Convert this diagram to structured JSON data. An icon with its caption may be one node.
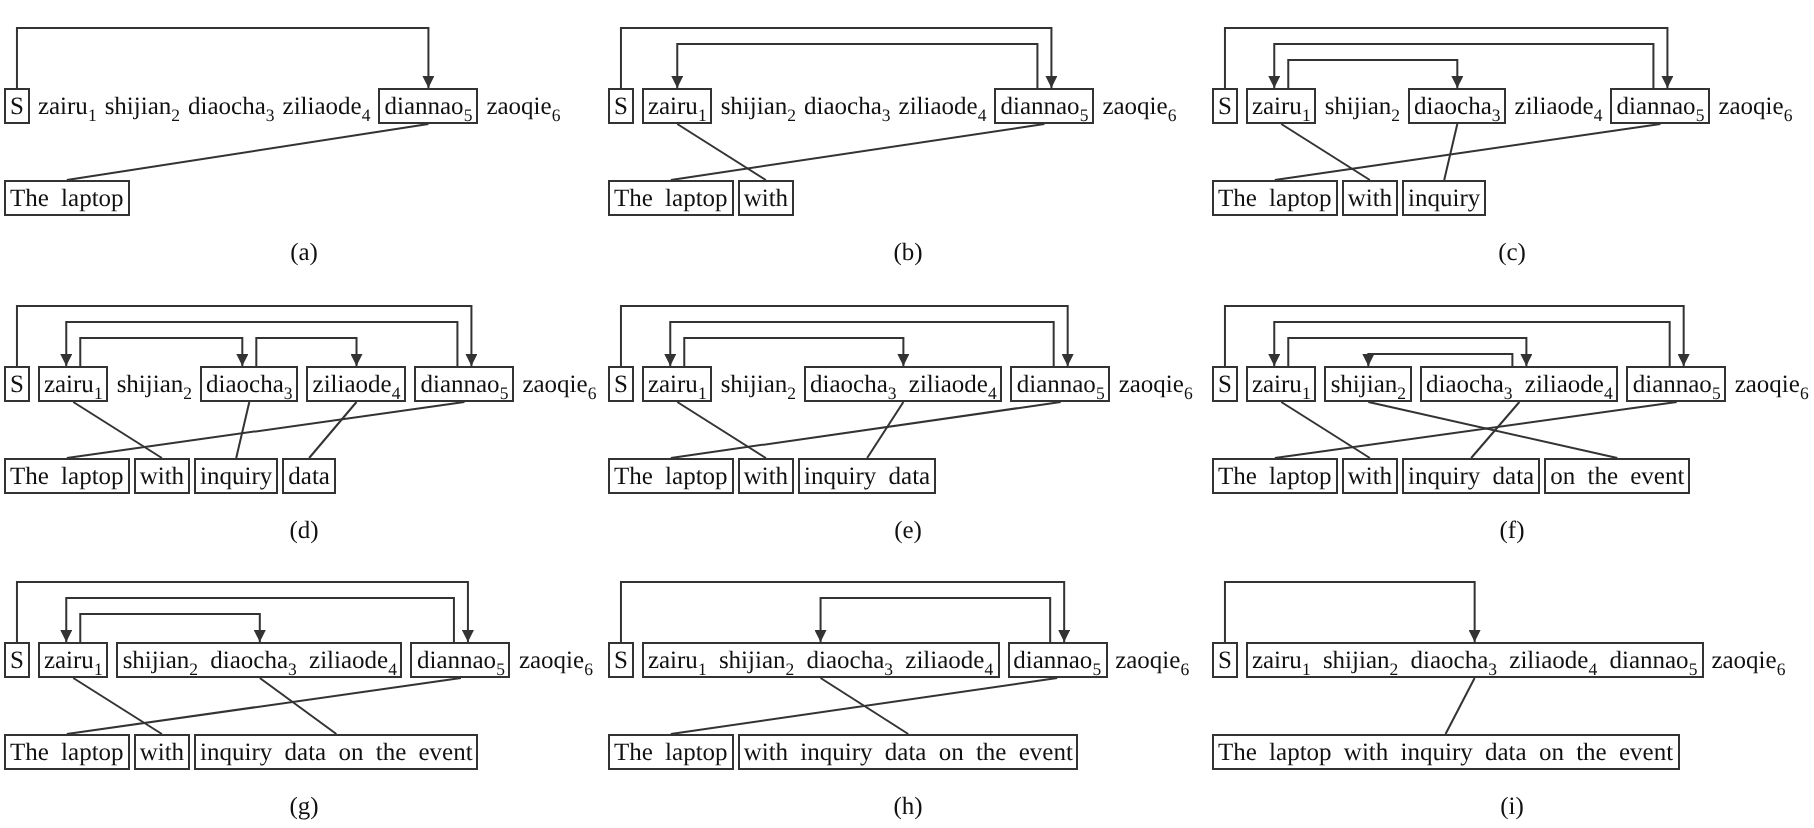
{
  "diagram": {
    "nodes": [
      {
        "text": [
          "S"
        ]
      },
      {
        "text": [
          "diannao$_{5}$"
        ]
      },
      {
        "text": [
          "The laptop"
        ]
      },
      {
        "text": [
          "S"
        ]
      },
      {
        "text": [
          "zairu$_{1}$"
        ]
      },
      {
        "text": [
          "diannao$_{5}$"
        ]
      },
      {
        "text": [
          "The laptop"
        ]
      },
      {
        "text": [
          "with"
        ]
      },
      {
        "text": [
          "S"
        ]
      },
      {
        "text": [
          "zairu$_{1}$"
        ]
      },
      {
        "text": [
          "diaocha$_{3}$"
        ]
      },
      {
        "text": [
          "diannao$_{5}$"
        ]
      },
      {
        "text": [
          "The laptop"
        ]
      },
      {
        "text": [
          "with"
        ]
      },
      {
        "text": [
          "inquiry"
        ]
      },
      {
        "text": [
          "S"
        ]
      },
      {
        "text": [
          "zairu$_{1}$"
        ]
      },
      {
        "text": [
          "diaocha$_{3}$"
        ]
      },
      {
        "text": [
          "ziliaode$_{4}$"
        ]
      },
      {
        "text": [
          "diannao$_{5}$"
        ]
      },
      {
        "text": [
          "The laptop"
        ]
      },
      {
        "text": [
          "with"
        ]
      },
      {
        "text": [
          "inquiry"
        ]
      },
      {
        "text": [
          "data"
        ]
      },
      {
        "text": [
          "S"
        ]
      },
      {
        "text": [
          "zairu$_{1}$"
        ]
      },
      {
        "text": [
          "diaocha$_{3}$ ziliaode$_{4}$"
        ]
      },
      {
        "text": [
          "diannao$_{5}$"
        ]
      },
      {
        "text": [
          "The laptop"
        ]
      },
      {
        "text": [
          "with"
        ]
      },
      {
        "text": [
          "inquiry data"
        ]
      },
      {
        "text": [
          "S"
        ]
      },
      {
        "text": [
          "zairu$_{1}$"
        ]
      },
      {
        "text": [
          "shijian$_{2}$"
        ]
      },
      {
        "text": [
          "diaocha$_{3}$ ziliaode$_{4}$"
        ]
      },
      {
        "text": [
          "diannao$_{5}$"
        ]
      },
      {
        "text": [
          "The laptop"
        ]
      },
      {
        "text": [
          "with"
        ]
      },
      {
        "text": [
          "inquiry data"
        ]
      },
      {
        "text": [
          "on the event"
        ]
      },
      {
        "text": [
          "S"
        ]
      },
      {
        "text": [
          "zairu$_{1}$"
        ]
      },
      {
        "text": [
          "shijian$_{2}$ diaocha$_{3}$ ziliaode$_{4}$"
        ]
      },
      {
        "text": [
          "diannao$_{5}$"
        ]
      },
      {
        "text": [
          "The laptop"
        ]
      },
      {
        "text": [
          "with"
        ]
      },
      {
        "text": [
          "inquiry data on the event"
        ]
      },
      {
        "text": [
          "S"
        ]
      },
      {
        "text": [
          "zairu$_{1}$ shijian$_{2}$ diaocha$_{3}$ ziliaode$_{4}$"
        ]
      },
      {
        "text": [
          "diannao$_{5}$"
        ]
      },
      {
        "text": [
          "The laptop"
        ]
      },
      {
        "text": [
          "with inquiry data on the event"
        ]
      },
      {
        "text": [
          "S"
        ]
      },
      {
        "text": [
          "zairu$_{1}$ shijian$_{2}$ diaocha$_{3}$ ziliaode$_{4}$ diannao$_{5}$"
        ]
      },
      {
        "text": [
          "The laptop with inquiry data on the event"
        ]
      }
    ],
    "edges": [
      {
        "from": 0,
        "to": 1,
        "arrow": "to"
      },
      {
        "from": 1,
        "to": 2,
        "arrow": "none"
      },
      {
        "from": 3,
        "to": 5,
        "arrow": "to"
      },
      {
        "from": 5,
        "to": 4,
        "arrow": "to"
      },
      {
        "from": 5,
        "to": 6,
        "arrow": "none"
      },
      {
        "from": 4,
        "to": 7,
        "arrow": "none"
      },
      {
        "from": 8,
        "to": 11,
        "arrow": "to"
      },
      {
        "from": 11,
        "to": 9,
        "arrow": "to"
      },
      {
        "from": 9,
        "to": 10,
        "arrow": "to"
      },
      {
        "from": 11,
        "to": 12,
        "arrow": "none"
      },
      {
        "from": 9,
        "to": 13,
        "arrow": "none"
      },
      {
        "from": 10,
        "to": 14,
        "arrow": "none"
      },
      {
        "from": 15,
        "to": 19,
        "arrow": "to"
      },
      {
        "from": 19,
        "to": 16,
        "arrow": "to"
      },
      {
        "from": 16,
        "to": 17,
        "arrow": "to"
      },
      {
        "from": 17,
        "to": 18,
        "arrow": "to"
      },
      {
        "from": 19,
        "to": 20,
        "arrow": "none"
      },
      {
        "from": 16,
        "to": 21,
        "arrow": "none"
      },
      {
        "from": 17,
        "to": 22,
        "arrow": "none"
      },
      {
        "from": 18,
        "to": 23,
        "arrow": "none"
      },
      {
        "from": 24,
        "to": 27,
        "arrow": "to"
      },
      {
        "from": 27,
        "to": 25,
        "arrow": "to"
      },
      {
        "from": 25,
        "to": 26,
        "arrow": "to"
      },
      {
        "from": 27,
        "to": 28,
        "arrow": "none"
      },
      {
        "from": 25,
        "to": 29,
        "arrow": "none"
      },
      {
        "from": 26,
        "to": 30,
        "arrow": "none"
      },
      {
        "from": 31,
        "to": 35,
        "arrow": "to"
      },
      {
        "from": 35,
        "to": 32,
        "arrow": "to"
      },
      {
        "from": 32,
        "to": 34,
        "arrow": "to"
      },
      {
        "from": 34,
        "to": 33,
        "arrow": "to"
      },
      {
        "from": 35,
        "to": 36,
        "arrow": "none"
      },
      {
        "from": 32,
        "to": 37,
        "arrow": "none"
      },
      {
        "from": 33,
        "to": 39,
        "arrow": "none"
      },
      {
        "from": 34,
        "to": 38,
        "arrow": "none"
      },
      {
        "from": 40,
        "to": 43,
        "arrow": "to"
      },
      {
        "from": 43,
        "to": 41,
        "arrow": "to"
      },
      {
        "from": 41,
        "to": 42,
        "arrow": "to"
      },
      {
        "from": 43,
        "to": 44,
        "arrow": "none"
      },
      {
        "from": 41,
        "to": 45,
        "arrow": "none"
      },
      {
        "from": 42,
        "to": 46,
        "arrow": "none"
      },
      {
        "from": 47,
        "to": 49,
        "arrow": "to"
      },
      {
        "from": 49,
        "to": 48,
        "arrow": "to"
      },
      {
        "from": 49,
        "to": 50,
        "arrow": "none"
      },
      {
        "from": 48,
        "to": 51,
        "arrow": "none"
      },
      {
        "from": 52,
        "to": 53,
        "arrow": "to"
      },
      {
        "from": 53,
        "to": 54,
        "arrow": "none"
      }
    ],
    "labels": [
      "zairu$_{1}$",
      "shijian$_{2}$",
      "diaocha$_{3}$",
      "ziliaode$_{4}$",
      "zaoqie$_{6}$",
      "(a)",
      "shijian$_{2}$",
      "diaocha$_{3}$",
      "ziliaode$_{4}$",
      "zaoqie$_{6}$",
      "(b)",
      "shijian$_{2}$",
      "ziliaode$_{4}$",
      "zaoqie$_{6}$",
      "(c)",
      "shijian$_{2}$",
      "zaoqie$_{6}$",
      "(d)",
      "shijian$_{2}$",
      "zaoqie$_{6}$",
      "(e)",
      "zaoqie$_{6}$",
      "(f)",
      "zaoqie$_{6}$",
      "(g)",
      "zaoqie$_{6}$",
      "(h)",
      "zaoqie$_{6}$",
      "(i)"
    ]
  }
}
